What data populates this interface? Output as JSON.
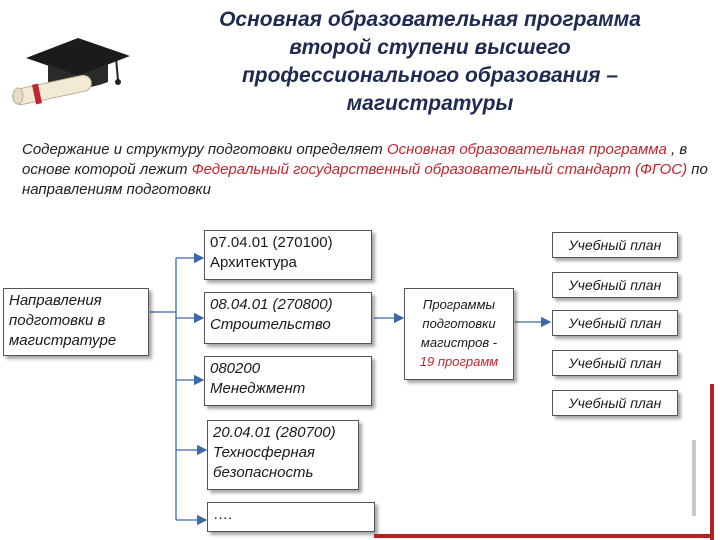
{
  "title": {
    "line1": "Основная образовательная программа",
    "line2": "второй ступени высшего",
    "line3": "профессионального образования –",
    "line4": "магистратуры"
  },
  "intro": {
    "part1": "Содержание и структуру подготовки определяет ",
    "hl1": "Основная образовательная программа",
    "part2": " , в основе которой лежит ",
    "hl2": "Федеральный государственный образовательный стандарт (ФГОС)",
    "part3": " по направлениям подготовки"
  },
  "directions_box": {
    "line1": "Направления",
    "line2": "подготовки в",
    "line3": "магистратуре"
  },
  "programs": [
    {
      "line1": "07.04.01 (270100)",
      "line2": "Архитектура",
      "line3": ""
    },
    {
      "line1": "08.04.01 (270800)",
      "line2": "Строительство",
      "line3": ""
    },
    {
      "line1": "080200",
      "line2": "Менеджмент",
      "line3": ""
    },
    {
      "line1": "20.04.01 (280700)",
      "line2": "Техносферная",
      "line3": "безопасность"
    },
    {
      "line1": "….",
      "line2": "",
      "line3": ""
    }
  ],
  "masters_box": {
    "line1": "Программы",
    "line2": "подготовки",
    "line3": "магистров -",
    "line4": "19 программ"
  },
  "plans": [
    "Учебный план",
    "Учебный план",
    "Учебный план",
    "Учебный план",
    "Учебный план"
  ],
  "icon": "graduation-cap-diploma-icon",
  "colors": {
    "title": "#1f2a52",
    "highlight": "#c0262d",
    "connector": "#3a6aa8",
    "accent_bar": "#b22222"
  }
}
